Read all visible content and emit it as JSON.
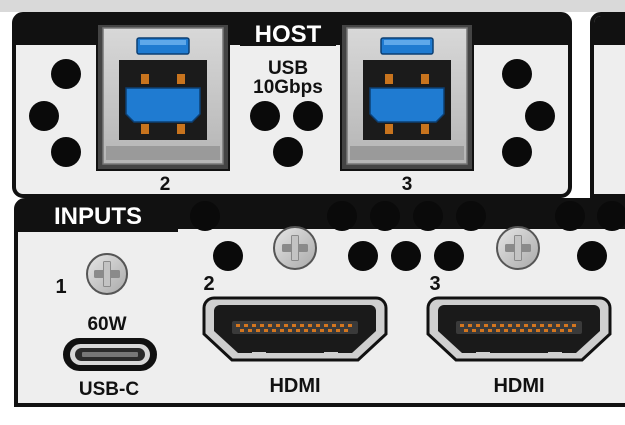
{
  "host": {
    "title": "HOST",
    "speed_line1": "USB",
    "speed_line2": "10Gbps",
    "ports": [
      {
        "number": "2"
      },
      {
        "number": "3"
      }
    ]
  },
  "inputs": {
    "title": "INPUTS",
    "ports": [
      {
        "number": "1",
        "power": "60W",
        "type": "USB-C"
      },
      {
        "number": "2",
        "type": "HDMI"
      },
      {
        "number": "3",
        "type": "HDMI"
      }
    ]
  },
  "colors": {
    "panel_bg": "#eeeeee",
    "outline": "#111111",
    "usb_blue": "#1f7bd1",
    "usb_blue_light": "#5ea8ea",
    "usb_contact": "#c8741e",
    "usb_shell": "#cfcfcf",
    "hdmi_pin": "#d4761f",
    "hdmi_body": "#2b2b2b",
    "screw": "#bdbdbd",
    "vent_hole": "#0a0a0a"
  }
}
